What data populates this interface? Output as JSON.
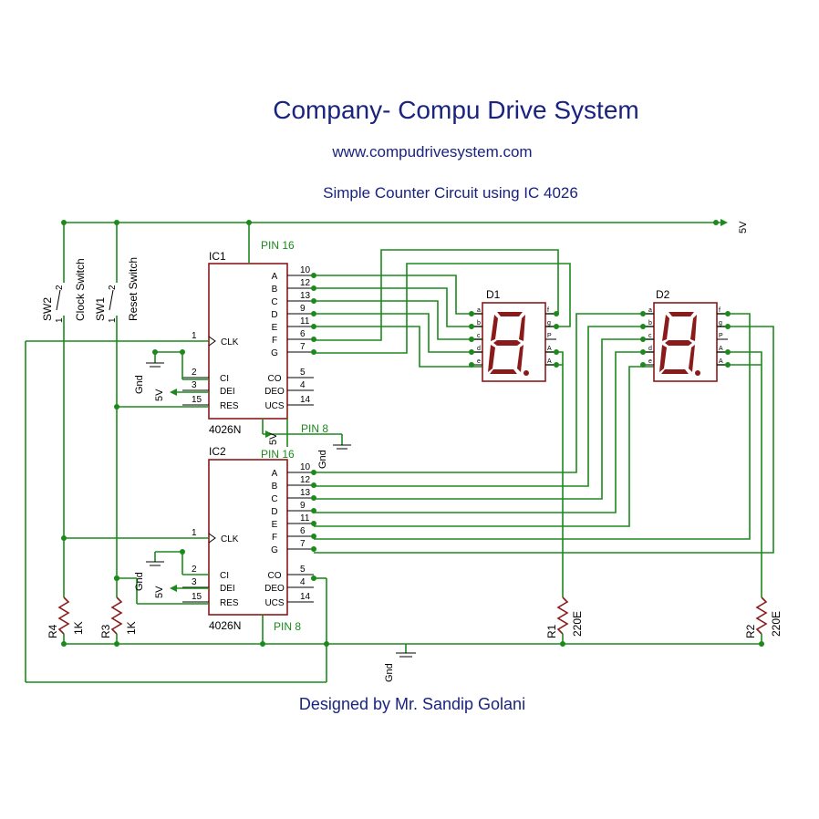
{
  "header": {
    "company": "Company- Compu Drive System",
    "website": "www.compudrivesystem.com",
    "subtitle": "Simple Counter Circuit using IC 4026"
  },
  "footer": {
    "designer": "Designed by Mr. Sandip Golani"
  },
  "power": {
    "supply": "5V",
    "ground": "Gnd",
    "pin16": "PIN 16",
    "pin8": "PIN 8"
  },
  "ic1": {
    "ref": "IC1",
    "part": "4026N",
    "right_pins": [
      {
        "num": "10",
        "name": "A"
      },
      {
        "num": "12",
        "name": "B"
      },
      {
        "num": "13",
        "name": "C"
      },
      {
        "num": "9",
        "name": "D"
      },
      {
        "num": "11",
        "name": "E"
      },
      {
        "num": "6",
        "name": "F"
      },
      {
        "num": "7",
        "name": "G"
      },
      {
        "num": "5",
        "name": "CO"
      },
      {
        "num": "4",
        "name": "DEO"
      },
      {
        "num": "14",
        "name": "UCS"
      }
    ],
    "left_pins": [
      {
        "num": "1",
        "name": "CLK"
      },
      {
        "num": "2",
        "name": "CI"
      },
      {
        "num": "3",
        "name": "DEI"
      },
      {
        "num": "15",
        "name": "RES"
      }
    ]
  },
  "ic2": {
    "ref": "IC2",
    "part": "4026N",
    "right_pins": [
      {
        "num": "10",
        "name": "A"
      },
      {
        "num": "12",
        "name": "B"
      },
      {
        "num": "13",
        "name": "C"
      },
      {
        "num": "9",
        "name": "D"
      },
      {
        "num": "11",
        "name": "E"
      },
      {
        "num": "6",
        "name": "F"
      },
      {
        "num": "7",
        "name": "G"
      },
      {
        "num": "5",
        "name": "CO"
      },
      {
        "num": "4",
        "name": "DEO"
      },
      {
        "num": "14",
        "name": "UCS"
      }
    ],
    "left_pins": [
      {
        "num": "1",
        "name": "CLK"
      },
      {
        "num": "2",
        "name": "CI"
      },
      {
        "num": "3",
        "name": "DEI"
      },
      {
        "num": "15",
        "name": "RES"
      }
    ]
  },
  "displays": [
    {
      "ref": "D1",
      "left_pins": [
        "a",
        "b",
        "c",
        "d",
        "e"
      ],
      "right_pins": [
        "f",
        "g",
        "P",
        "A",
        "A"
      ]
    },
    {
      "ref": "D2",
      "left_pins": [
        "a",
        "b",
        "c",
        "d",
        "e"
      ],
      "right_pins": [
        "f",
        "g",
        "P",
        "A",
        "A"
      ]
    }
  ],
  "switches": [
    {
      "ref": "SW2",
      "name": "Clock Switch",
      "pin1": "1",
      "pin2": "2"
    },
    {
      "ref": "SW1",
      "name": "Reset Switch",
      "pin1": "1",
      "pin2": "2"
    }
  ],
  "resistors": [
    {
      "ref": "R4",
      "value": "1K"
    },
    {
      "ref": "R3",
      "value": "1K"
    },
    {
      "ref": "R1",
      "value": "220E"
    },
    {
      "ref": "R2",
      "value": "220E"
    }
  ]
}
